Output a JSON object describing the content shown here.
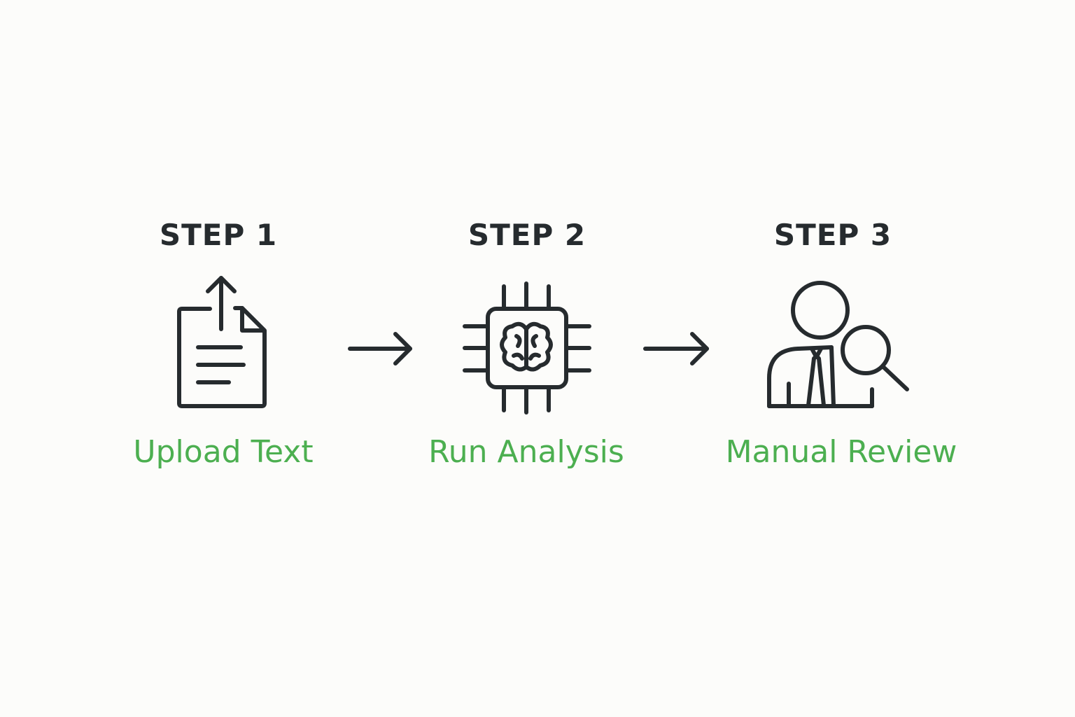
{
  "steps": [
    {
      "title": "STEP 1",
      "label": "Upload Text",
      "icon": "document-upload-icon"
    },
    {
      "title": "STEP 2",
      "label": "Run Analysis",
      "icon": "ai-brain-chip-icon"
    },
    {
      "title": "STEP 3",
      "label": "Manual Review",
      "icon": "person-magnifier-icon"
    }
  ],
  "connectors": [
    "arrow-right-icon",
    "arrow-right-icon"
  ],
  "colors": {
    "background": "#fcfcfa",
    "title": "#262b2e",
    "label": "#4caf50",
    "icon_stroke": "#262b2e"
  }
}
